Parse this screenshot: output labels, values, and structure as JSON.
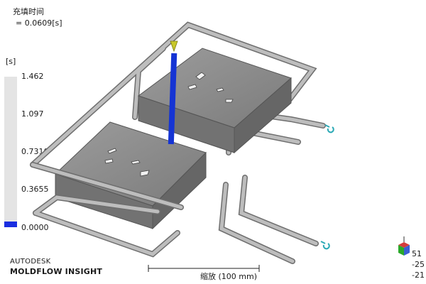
{
  "header": {
    "result_name": "充填时间",
    "result_value": "=  0.0609[s]"
  },
  "legend": {
    "unit": "[s]",
    "ticks": [
      "1.462",
      "1.097",
      "0.7310",
      "0.3655",
      "0.0000"
    ],
    "fill_fraction": 0.04,
    "fill_color": "#1a2ee0"
  },
  "brand": {
    "line1": "AUTODESK",
    "line2": "MOLDFLOW INSIGHT"
  },
  "scale": {
    "label": "缩放 (100 mm)"
  },
  "axis_readout": [
    "51",
    "-25",
    "-21"
  ],
  "colors": {
    "part": "#8e8e8e",
    "runner": "#a9a9a9",
    "sprue": "#1534d4",
    "nozzle": "#c8c82a",
    "coolant": "#2aa9b5"
  },
  "icons": {
    "injection": "injection-cone-icon",
    "coolant_inlet": "coolant-inlet-icon",
    "orientation": "axis-triad-icon"
  }
}
